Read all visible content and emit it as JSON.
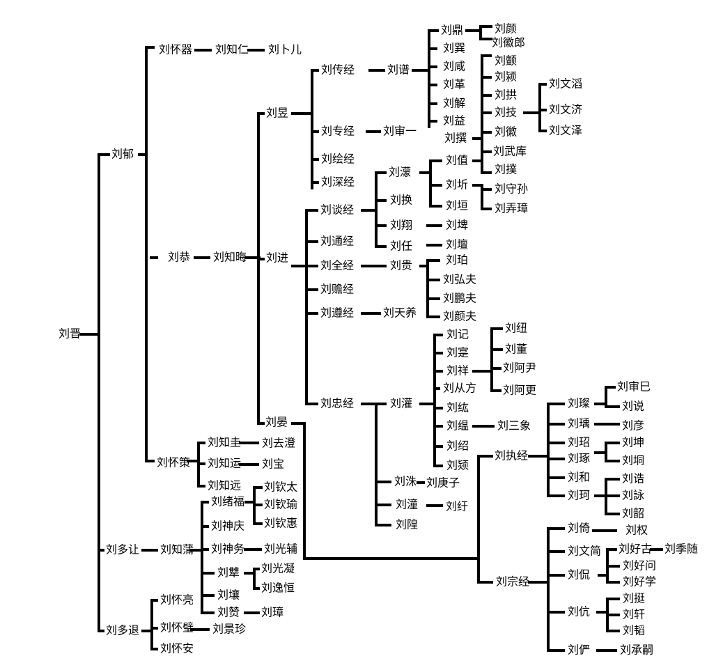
{
  "names": [
    "刘晋",
    "刘郁",
    "刘怀器",
    "刘知仁",
    "刘卜儿",
    "刘恭",
    "刘知晦",
    "刘昱",
    "刘传经",
    "刘谱",
    "刘专经",
    "刘审一",
    "刘绘经",
    "刘深经",
    "刘鼎",
    "刘颜",
    "刘徽郎",
    "刘巽",
    "刘咸",
    "刘革",
    "刘解",
    "刘益",
    "刘撰",
    "刘颤",
    "刘颍",
    "刘拱",
    "刘技",
    "刘徽",
    "刘文滔",
    "刘文济",
    "刘文泽",
    "刘武库",
    "刘撲",
    "刘进",
    "刘谈经",
    "刘通经",
    "刘全经",
    "刘赡经",
    "刘遵经",
    "刘忠经",
    "刘濛",
    "刘值",
    "刘换",
    "刘圻",
    "刘垣",
    "刘守孙",
    "刘弄璋",
    "刘翔",
    "刘埤",
    "刘任",
    "刘壇",
    "刘贵",
    "刘珀",
    "刘弘夫",
    "刘鹏夫",
    "刘颜夫",
    "刘天养",
    "刘灌",
    "刘记",
    "刘寔",
    "刘祥",
    "刘从方",
    "刘纮",
    "刘缊",
    "刘绍",
    "刘颎",
    "刘纽",
    "刘董",
    "刘阿尹",
    "刘阿更",
    "刘三象",
    "刘洙",
    "刘庚子",
    "刘潼",
    "刘纡",
    "刘隍",
    "刘晏",
    "刘执经",
    "刘宗经",
    "刘璨",
    "刘瑀",
    "刘玿",
    "刘琢",
    "刘和",
    "刘珂",
    "刘审巳",
    "刘说",
    "刘彦",
    "刘坤",
    "刘垌",
    "刘诰",
    "刘詠",
    "刘韶",
    "刘倚",
    "刘权",
    "刘文简",
    "刘侃",
    "刘伉",
    "刘俨",
    "刘好古",
    "刘季随",
    "刘好问",
    "刘好学",
    "刘挺",
    "刘轩",
    "刘韬",
    "刘承嗣",
    "刘怀策",
    "刘知圭",
    "刘去澄",
    "刘知运",
    "刘宝",
    "刘知远",
    "刘多让",
    "刘知蒲",
    "刘绪福",
    "刘钦太",
    "刘钦瑜",
    "刘钦惠",
    "刘神庆",
    "刘神务",
    "刘光辅",
    "刘犨",
    "刘光凝",
    "刘逸恒",
    "刘壤",
    "刘赞",
    "刘璋",
    "刘多退",
    "刘怀亮",
    "刘怀璧",
    "刘景珍",
    "刘怀安"
  ]
}
